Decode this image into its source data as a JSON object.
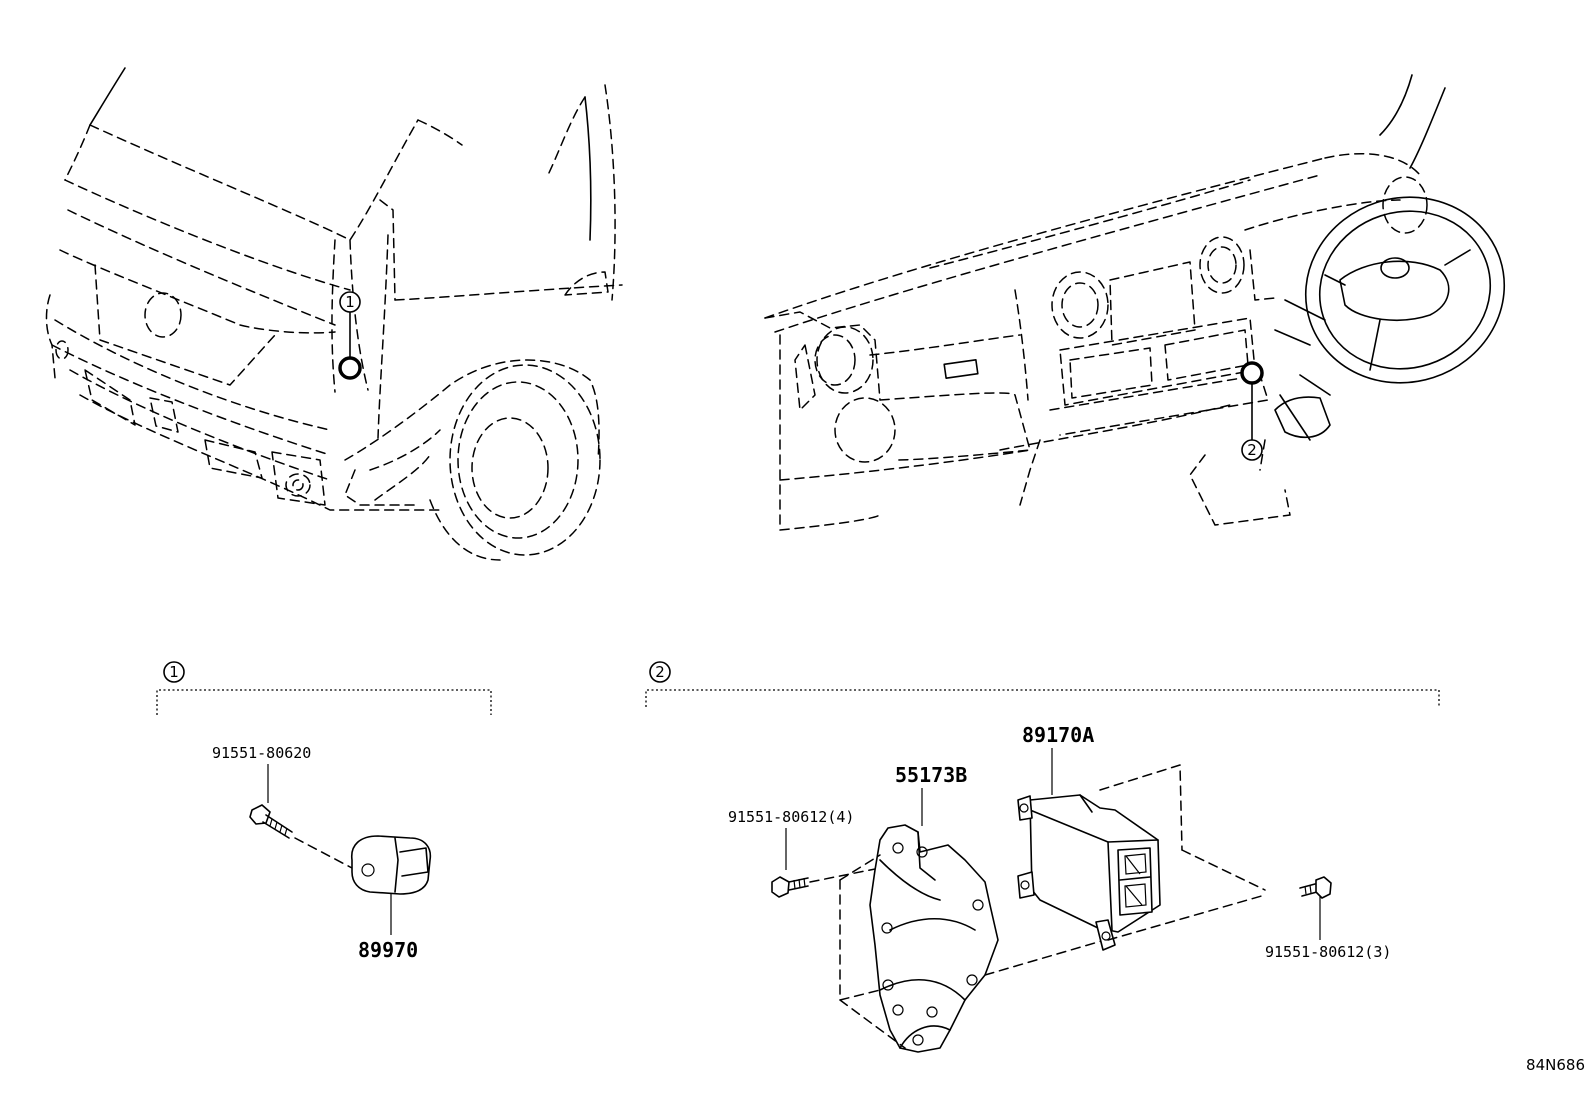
{
  "callouts": {
    "one": "1",
    "two": "2"
  },
  "parts": {
    "bolt_sensor": "91551-80620",
    "front_sensor": "89970",
    "bracket": "55173B",
    "airbag_ecu": "89170A",
    "bolt_left": "91551-80612(4)",
    "bolt_right": "91551-80612(3)"
  },
  "drawing_ref": "84N686"
}
